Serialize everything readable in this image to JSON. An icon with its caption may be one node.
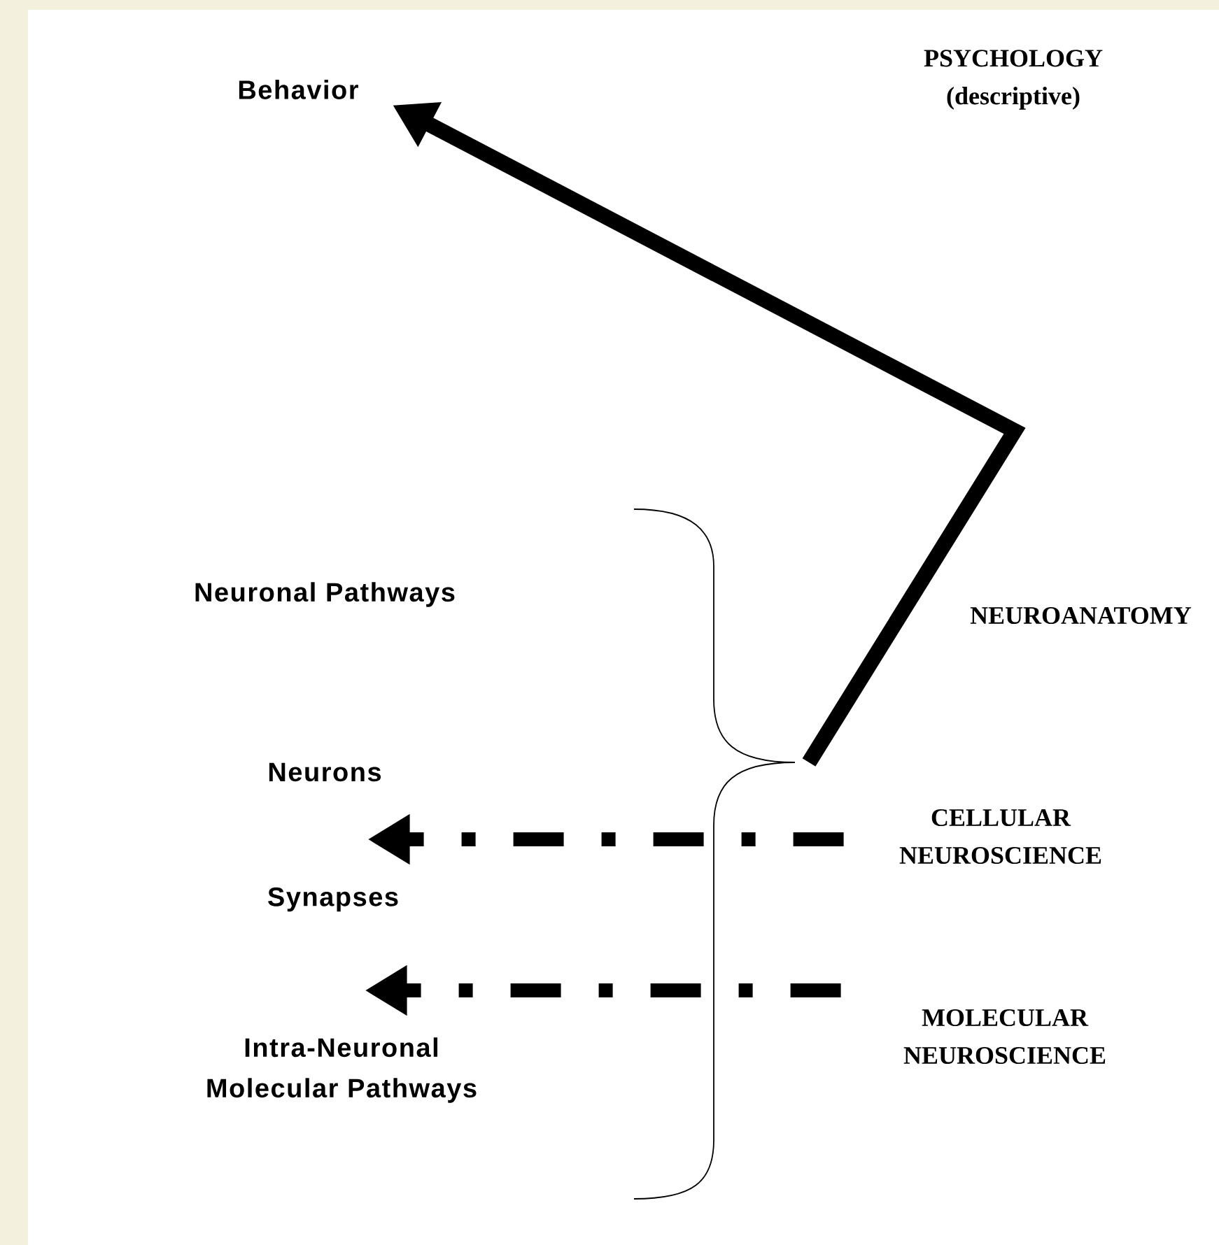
{
  "diagram": {
    "nodes": [
      {
        "text": [
          "Behavior"
        ]
      },
      {
        "text": [
          "PSYCHOLOGY (descriptive)"
        ]
      },
      {
        "text": [
          "Neuronal Pathways"
        ]
      },
      {
        "text": [
          "NEUROANATOMY"
        ]
      },
      {
        "text": [
          "Neurons"
        ]
      },
      {
        "text": [
          "Synapses"
        ]
      },
      {
        "text": [
          "CELLULAR NEUROSCIENCE"
        ]
      },
      {
        "text": [
          "Intra-Neuronal Molecular Pathways"
        ]
      },
      {
        "text": [
          "MOLECULAR NEUROSCIENCE"
        ]
      }
    ],
    "edges": [
      {
        "from": null,
        "to": 0,
        "arrow": "to"
      },
      {
        "from": 6,
        "to": null,
        "arrow": "to",
        "style": "dashed"
      },
      {
        "from": 8,
        "to": null,
        "arrow": "to",
        "style": "dashed"
      }
    ]
  }
}
